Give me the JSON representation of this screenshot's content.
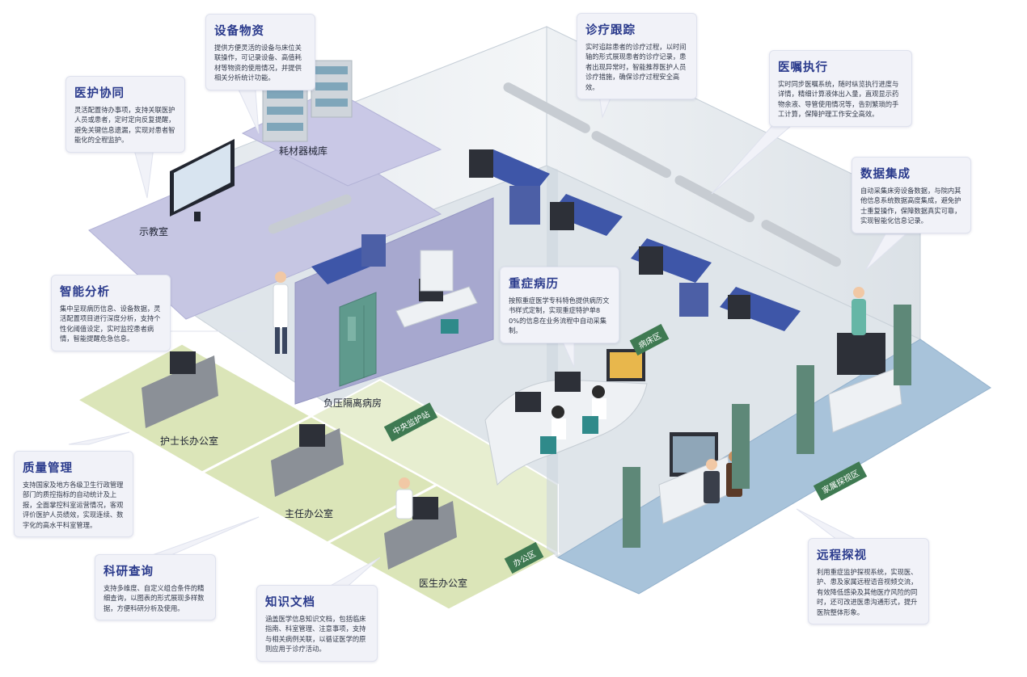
{
  "callouts": {
    "medical_collab": {
      "title": "医护协同",
      "text": "灵活配置待办事项，支持关联医护人员或患者，定时定向反复提醒，避免关键信息遗漏，实现对患者智能化的全程监护。"
    },
    "equipment": {
      "title": "设备物资",
      "text": "提供方便灵活的设备与床位关联操作，可记录设备、高值耗材等物资的使用情况，并提供相关分析统计功能。"
    },
    "diagnosis_tracking": {
      "title": "诊疗跟踪",
      "text": "实时追踪患者的诊疗过程，以时间轴的形式展现患者的诊疗记录，患者出现异常时，智能推荐医护人员诊疗措施，确保诊疗过程安全高效。"
    },
    "order_execution": {
      "title": "医嘱执行",
      "text": "实时同步医嘱系统，随时纵览执行进度与详情，精细计算液体出入量，直观显示药物余液、导管使用情况等，告别繁琐的手工计算，保障护理工作安全高效。"
    },
    "data_integration": {
      "title": "数据集成",
      "text": "自动采集床旁设备数据，与院内其他信息系统数据高度集成，避免护士重复操作，保障数据真实可靠，实现智能化信息记录。"
    },
    "smart_analysis": {
      "title": "智能分析",
      "text": "集中呈现病历信息、设备数据，灵活配置项目进行深度分析，支持个性化阈值设定，实时监控患者病情，智能提醒危急信息。"
    },
    "critical_record": {
      "title": "重症病历",
      "text": "按照重症医学专科特色提供病历文书样式定制，实现重症特护单80%的信息在业务流程中自动采集制。"
    },
    "quality_mgmt": {
      "title": "质量管理",
      "text": "支持国家及地方各级卫生行政管理部门的质控指标的自动统计及上报，全面掌控科室运营情况，客观评价医护人员绩效，实现连续、数字化的高水平科室管理。"
    },
    "research_query": {
      "title": "科研查询",
      "text": "支持多维度、自定义组合条件的精细查询，以图表的形式展现多样数据，方便科研分析及使用。"
    },
    "knowledge_docs": {
      "title": "知识文档",
      "text": "涵盖医学信息知识文档，包括临床指南、科室管理、注意事项，支持与相关病例关联，以循证医学的原则应用于诊疗活动。"
    },
    "remote_visit": {
      "title": "远程探视",
      "text": "利用重症监护探视系统，实现医、护、患及家属远程语音视频交流，有效降低感染及其他医疗风险的同时，还可改进医患沟通形式，提升医院整体形象。"
    }
  },
  "rooms": {
    "teaching": "示教室",
    "consumables": "耗材器械库",
    "isolation": "负压隔离病房",
    "head_nurse": "护士长办公室",
    "director": "主任办公室",
    "doctor": "医生办公室"
  },
  "zones": {
    "central_station": "中央监护站",
    "ward_area": "病床区",
    "family_visit": "家属探视区",
    "office_area": "办公区"
  },
  "colors": {
    "title": "#2a3a8c",
    "zone_tag": "#3f7a52",
    "lavender_floor": "#c7c7e4",
    "green_floor": "#dce6b9",
    "blue_floor": "#a9c4db",
    "grey_floor": "#dde3e8"
  }
}
